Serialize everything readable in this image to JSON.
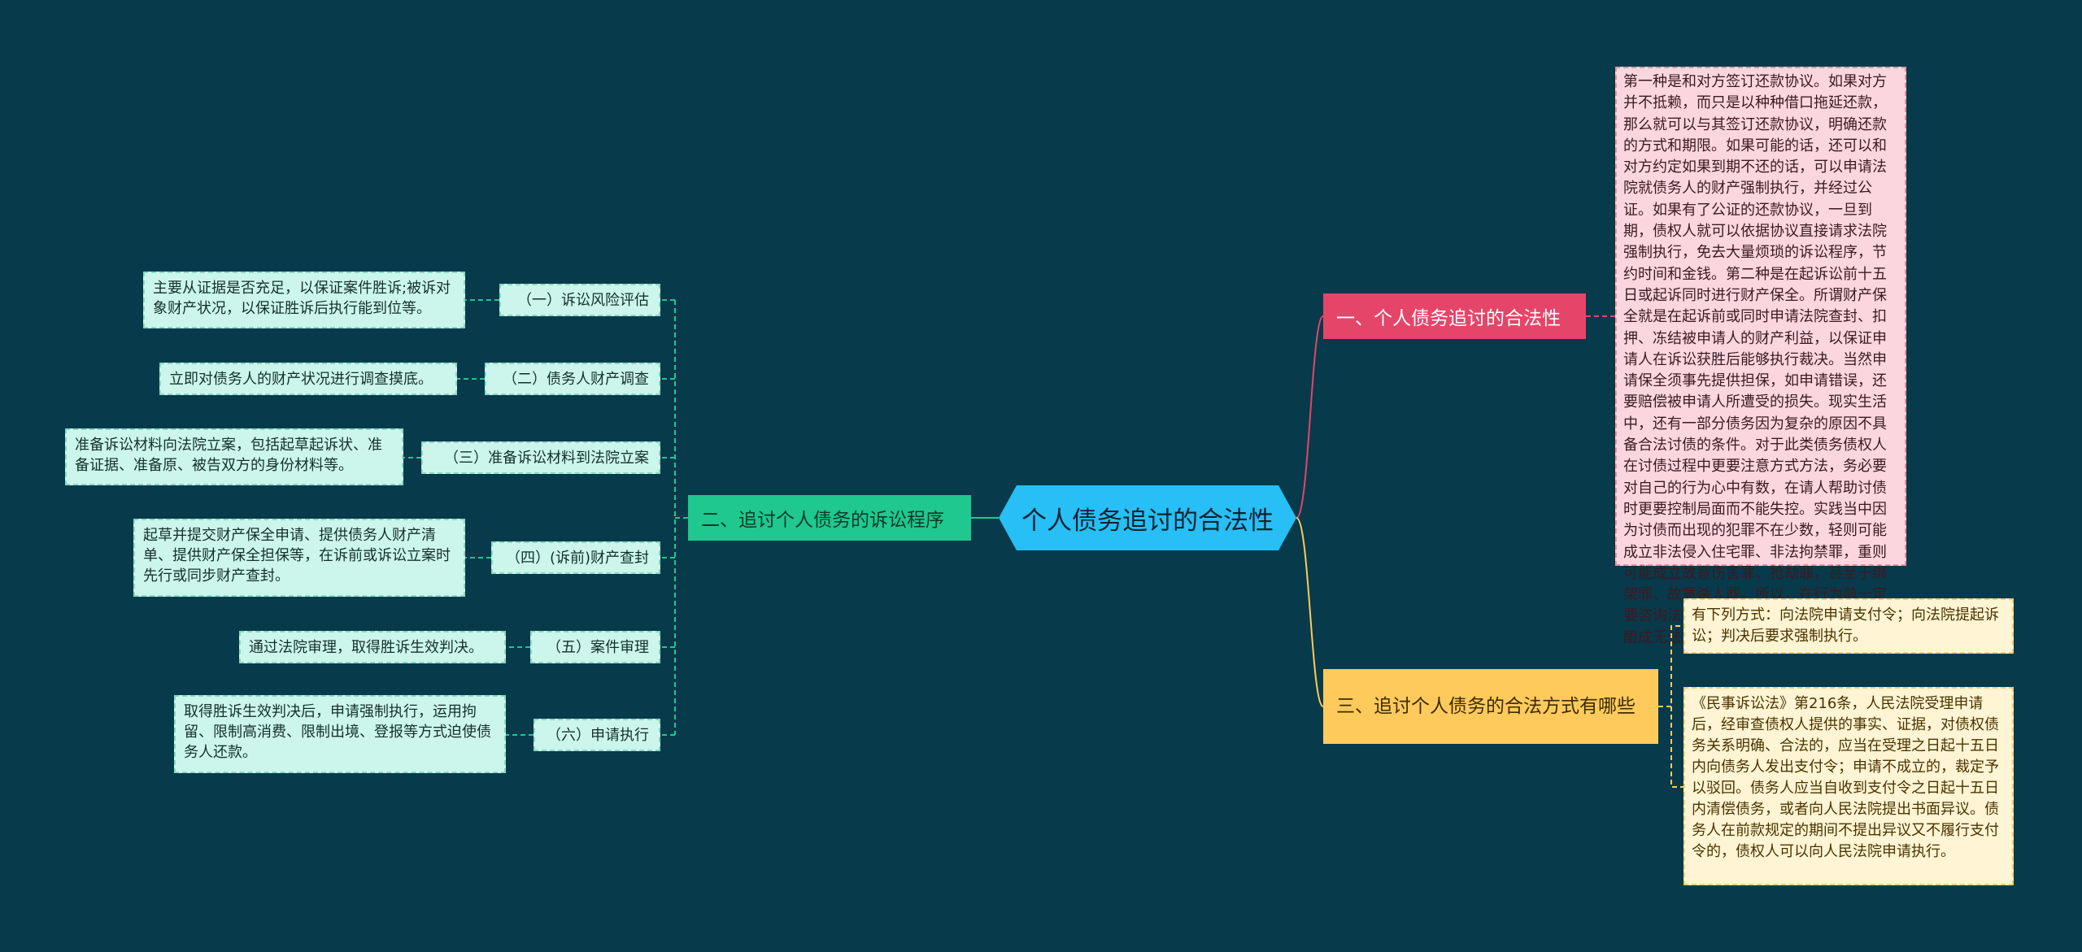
{
  "mindmap": {
    "center": "个人债务追讨的合法性",
    "branch1": {
      "label": "一、个人债务追讨的合法性",
      "detail": "第一种是和对方签订还款协议。如果对方并不抵赖，而只是以种种借口拖延还款，那么就可以与其签订还款协议，明确还款的方式和期限。如果可能的话，还可以和对方约定如果到期不还的话，可以申请法院就债务人的财产强制执行，并经过公证。如果有了公证的还款协议，一旦到期，债权人就可以依据协议直接请求法院强制执行，免去大量烦琐的诉讼程序，节约时间和金钱。第二种是在起诉讼前十五日或起诉同时进行财产保全。所谓财产保全就是在起诉前或同时申请法院查封、扣押、冻结被申请人的财产利益，以保证申请人在诉讼获胜后能够执行裁决。当然申请保全须事先提供担保，如申请错误，还要赔偿被申请人所遭受的损失。现实生活中，还有一部分债务因为复杂的原因不具备合法讨债的条件。对于此类债务债权人在讨债过程中更要注意方式方法，务必要对自己的行为心中有数，在请人帮助讨债时更要控制局面而不能失控。实践当中因为讨债而出现的犯罪不在少数，轻则可能成立非法侵入住宅罪、非法拘禁罪，重则可能成立故意伤害罪、抢劫罪，甚至于绑架罪、故意杀人罪。所以，在行为前一定要咨询法律专业人士，以避免因为无知而酿成无法挽回的后果。"
    },
    "branch2": {
      "label": "二、追讨个人债务的诉讼程序",
      "steps": [
        {
          "label": "（一）诉讼风险评估",
          "detail": "主要从证据是否充足，以保证案件胜诉;被诉对象财产状况，以保证胜诉后执行能到位等。"
        },
        {
          "label": "（二）债务人财产调查",
          "detail": "立即对债务人的财产状况进行调查摸底。"
        },
        {
          "label": "（三）准备诉讼材料到法院立案",
          "detail": "准备诉讼材料向法院立案，包括起草起诉状、准备证据、准备原、被告双方的身份材料等。"
        },
        {
          "label": "（四）(诉前)财产查封",
          "detail": "起草并提交财产保全申请、提供债务人财产清单、提供财产保全担保等，在诉前或诉讼立案时先行或同步财产查封。"
        },
        {
          "label": "（五）案件审理",
          "detail": "通过法院审理，取得胜诉生效判决。"
        },
        {
          "label": "（六）申请执行",
          "detail": "取得胜诉生效判决后，申请强制执行，运用拘留、限制高消费、限制出境、登报等方式迫使债务人还款。"
        }
      ]
    },
    "branch3": {
      "label": "三、追讨个人债务的合法方式有哪些",
      "details": [
        "有下列方式：向法院申请支付令；向法院提起诉讼；判决后要求强制执行。",
        "《民事诉讼法》第216条，人民法院受理申请后，经审查债权人提供的事实、证据，对债权债务关系明确、合法的，应当在受理之日起十五日内向债务人发出支付令；申请不成立的，裁定予以驳回。债务人应当自收到支付令之日起十五日内清偿债务，或者向人民法院提出书面异议。债务人在前款规定的期间不提出异议又不履行支付令的，债权人可以向人民法院申请执行。"
      ]
    }
  },
  "colors": {
    "background": "#073a4b",
    "center": "#27bff5",
    "branch1": "#e54569",
    "branch2": "#1fc88e",
    "branch3": "#ffca5c"
  }
}
